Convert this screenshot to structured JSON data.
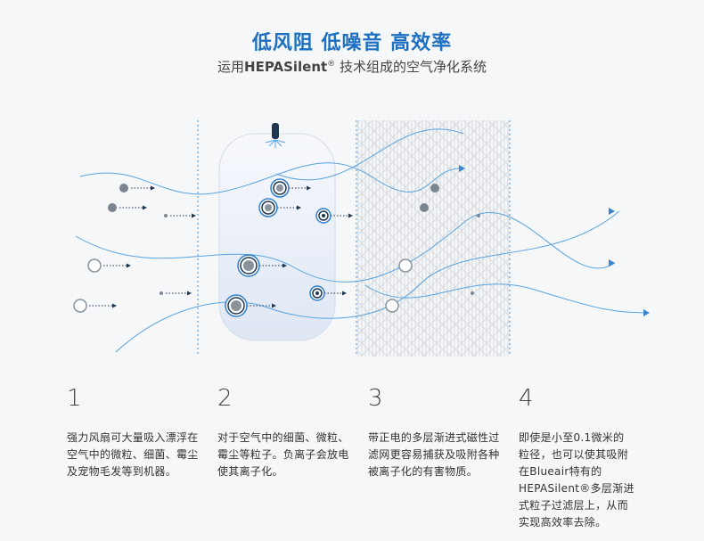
{
  "header": {
    "title": "低风阻 低噪音 高效率",
    "subtitle_prefix": "运用",
    "subtitle_brand": "HEPASilent",
    "subtitle_reg": "®",
    "subtitle_suffix": " 技术组成的空气净化系统"
  },
  "steps": [
    {
      "number": "1",
      "text": "强力风扇可大量吸入漂浮在空气中的微粒、细菌、霉尘及宠物毛发等到机器。"
    },
    {
      "number": "2",
      "text": "对于空气中的细菌、微粒、霉尘等粒子。负离子会放电使其离子化。"
    },
    {
      "number": "3",
      "text": "带正电的多层渐进式磁性过滤网更容易捕获及吸附各种被离子化的有害物质。"
    },
    {
      "number": "4",
      "text": "即使是小至0.1微米的粒径，也可以使其吸附在Blueair特有的HEPASilent®多层渐进式粒子过滤层上，从而实现高效率去除。"
    }
  ],
  "colors": {
    "accent": "#1d6fc2",
    "flow": "#5aa3de",
    "particle": "#7b8590",
    "chamber": "#e8eef8"
  }
}
